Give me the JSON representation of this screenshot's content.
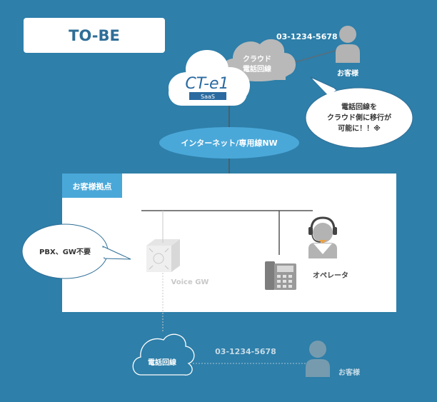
{
  "title": "TO-BE",
  "logo": {
    "main": "CT-e1",
    "sub": "SaaS"
  },
  "cloud_line": {
    "line1": "クラウド",
    "line2": "電話回線"
  },
  "phone_number_top": "03-1234-5678",
  "customer_label": "お客様",
  "bubble_top": {
    "line1": "電話回線を",
    "line2": "クラウド側に移行が",
    "line3": "可能に！！※"
  },
  "network_label": "インターネット/専用線NW",
  "site_label": "お客様拠点",
  "bubble_left": "PBX、GW不要",
  "voice_gw_label": "Voice GW",
  "operator_label": "オペレータ",
  "old_line_label": "電話回線",
  "phone_number_bottom": "03-1234-5678",
  "customer_label_bottom": "お客様",
  "colors": {
    "background": "#2e7fa9",
    "network_ellipse": "#4aa8d9",
    "site_tag": "#4aa8d9",
    "cloud_gray": "#b9b9b9",
    "person_gray": "#b3b3b3",
    "logo_blue": "#2a6aa0",
    "faded_gray": "#c8c8c8"
  }
}
